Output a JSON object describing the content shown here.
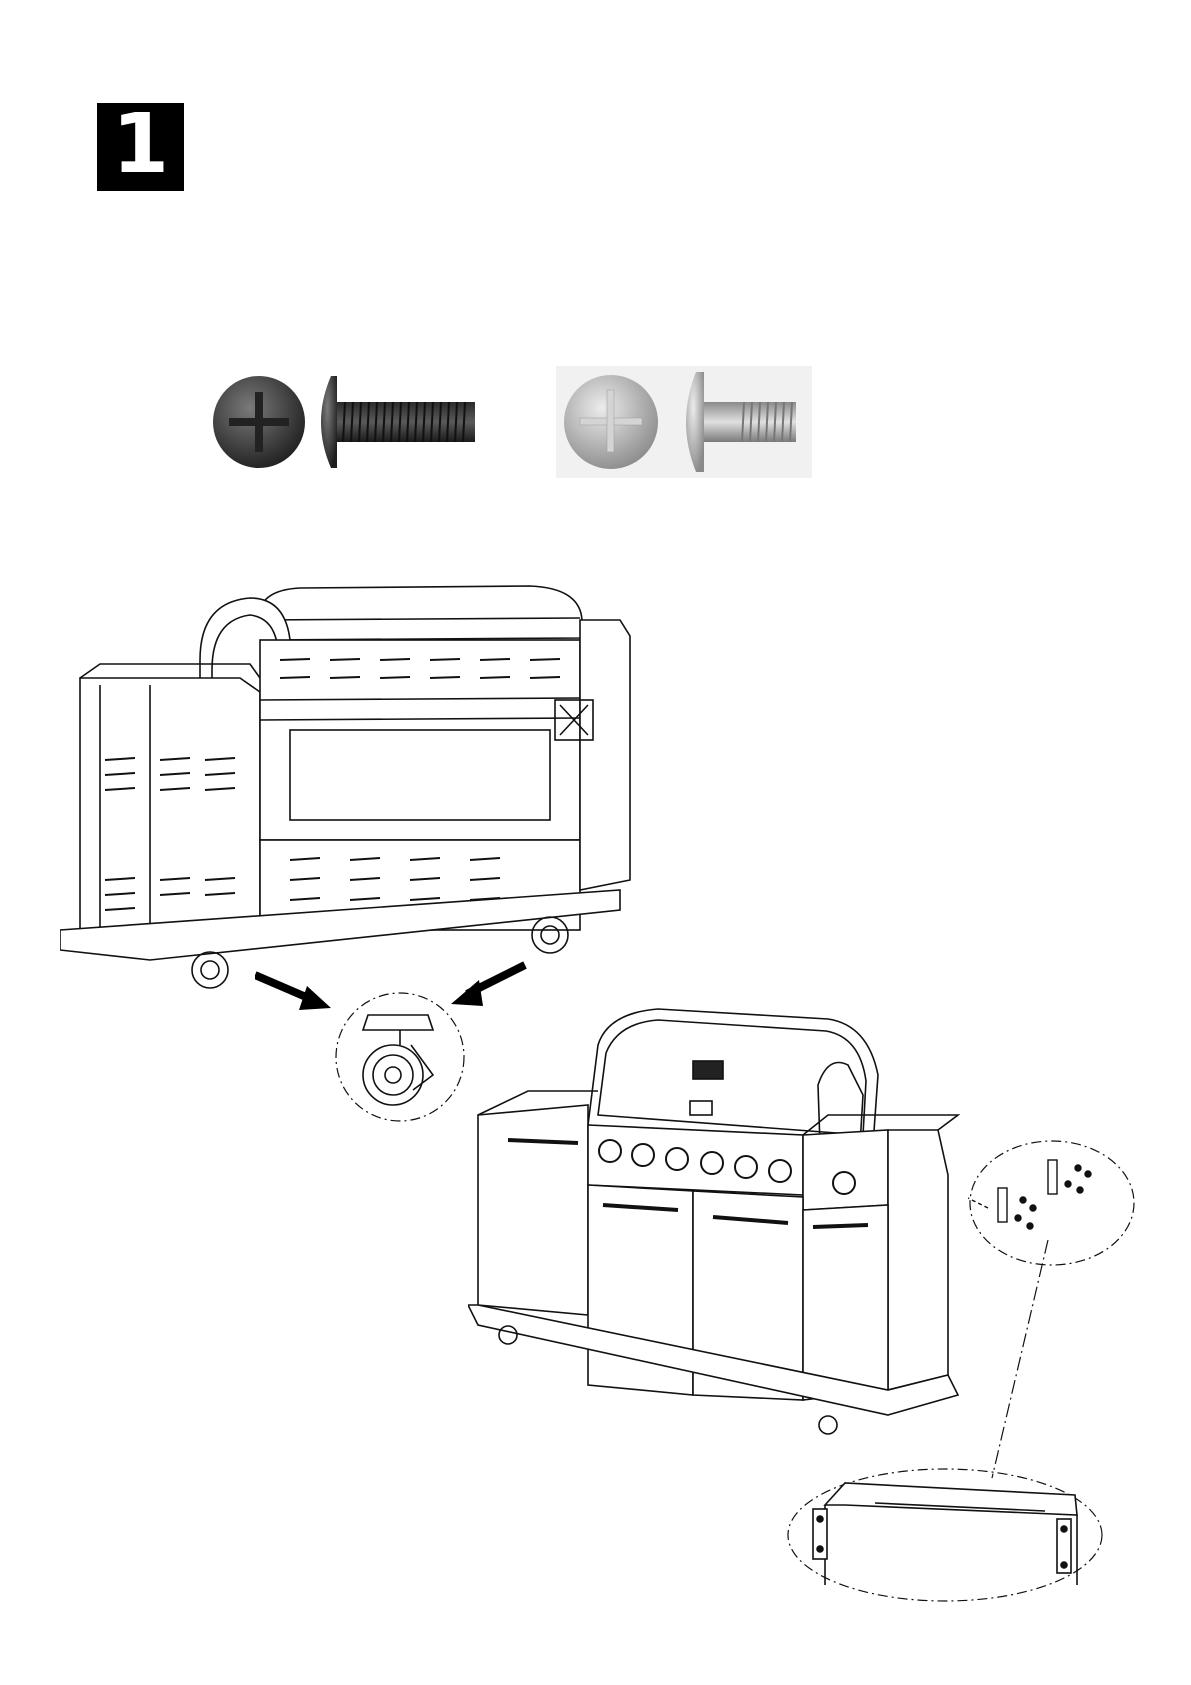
{
  "step": {
    "number": "1"
  },
  "hardware": [
    {
      "name": "black-phillips-bolt",
      "finish": "black",
      "color": "#3a3a3a"
    },
    {
      "name": "silver-shoulder-bolt",
      "finish": "silver",
      "color": "#b8b8b8"
    }
  ],
  "illustrations": [
    "grill-rear-view-casters",
    "caster-detail-callout",
    "grill-front-view",
    "side-bracket-detail-callout",
    "bracket-closeup-callout"
  ],
  "footer": {
    "text": ""
  }
}
